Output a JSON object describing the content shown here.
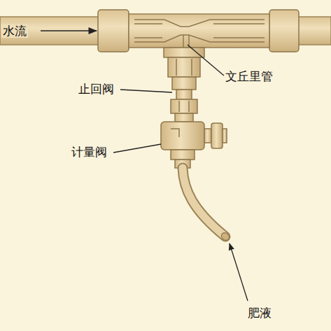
{
  "diagram": {
    "labels": [
      "水流",
      "文丘里管",
      "止回阀",
      "计量阀",
      "肥液"
    ]
  }
}
